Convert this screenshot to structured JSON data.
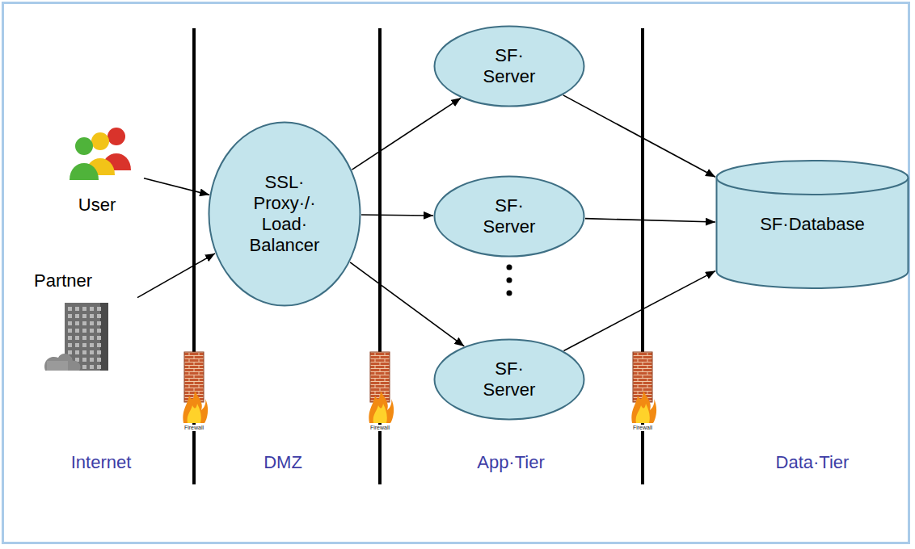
{
  "diagram": {
    "nodes": [
      {
        "text": [
          "User"
        ]
      },
      {
        "text": [
          "Partner"
        ]
      },
      {
        "text": [
          "SSL· Proxy·/· Load· Balancer"
        ]
      },
      {
        "text": [
          "SF· Server"
        ]
      },
      {
        "text": [
          "SF· Server"
        ]
      },
      {
        "text": [
          "SF· Server"
        ]
      },
      {
        "text": [
          "SF·Database"
        ]
      }
    ],
    "edges": [
      {
        "from": 0,
        "to": 2,
        "arrow": "to"
      },
      {
        "from": 1,
        "to": 2,
        "arrow": "to"
      },
      {
        "from": 2,
        "to": 3,
        "arrow": "to"
      },
      {
        "from": 2,
        "to": 4,
        "arrow": "to"
      },
      {
        "from": 2,
        "to": 5,
        "arrow": "to"
      },
      {
        "from": 3,
        "to": 6,
        "arrow": "to"
      },
      {
        "from": 4,
        "to": 6,
        "arrow": "to"
      },
      {
        "from": 5,
        "to": 6,
        "arrow": "to"
      }
    ],
    "labels": [
      "Internet",
      "DMZ",
      "App·Tier",
      "Data·Tier",
      "Firewall",
      "Firewall",
      "Firewall"
    ]
  }
}
